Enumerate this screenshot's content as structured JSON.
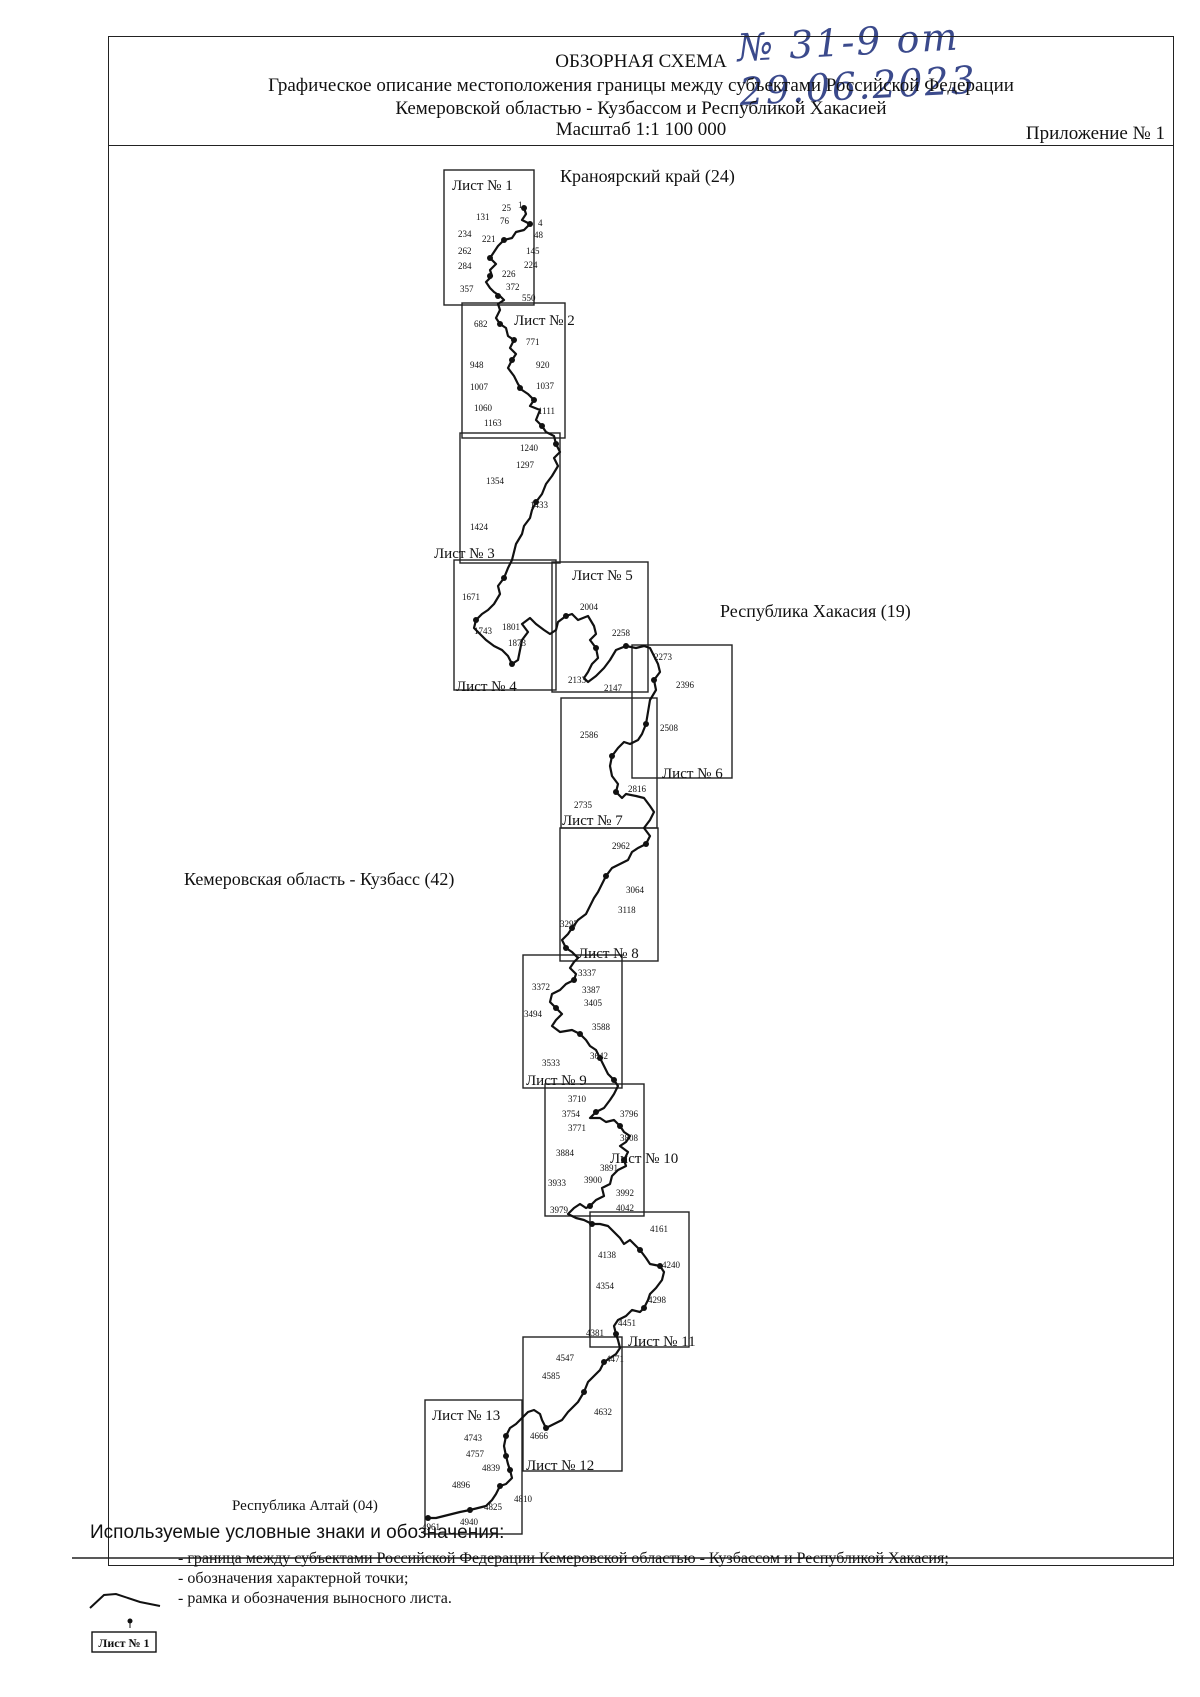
{
  "handwritten_note": "№ 31-9 от 29.06.2023",
  "header": {
    "title": "ОБЗОРНАЯ СХЕМА",
    "line2": "Графическое описание местоположения границы между субъектами Российской Федерации",
    "line3": "Кемеровской областью - Кузбассом и Республикой Хакасией",
    "scale": "Масштаб 1:1 100 000",
    "appendix": "Приложение № 1"
  },
  "regions": {
    "krasnoyarsk": "Краноярский край (24)",
    "khakassia": "Республика Хакасия (19)",
    "kemerovo": "Кемеровская область - Кузбасс (42)",
    "altai": "Республика Алтай (04)"
  },
  "sheets": [
    "Лист № 1",
    "Лист № 2",
    "Лист № 3",
    "Лист № 4",
    "Лист № 5",
    "Лист № 6",
    "Лист № 7",
    "Лист № 8",
    "Лист № 9",
    "Лист № 10",
    "Лист № 11",
    "Лист № 12",
    "Лист № 13"
  ],
  "points": [
    "25",
    "1",
    "131",
    "76",
    "4",
    "48",
    "234",
    "221",
    "145",
    "262",
    "224",
    "284",
    "226",
    "357",
    "372",
    "550",
    "682",
    "771",
    "948",
    "920",
    "1007",
    "1037",
    "1060",
    "1111",
    "1163",
    "1240",
    "1297",
    "1354",
    "1433",
    "1424",
    "1671",
    "1801",
    "1743",
    "1873",
    "2004",
    "2258",
    "2273",
    "2133",
    "2147",
    "2396",
    "2508",
    "2586",
    "2816",
    "2735",
    "2962",
    "3064",
    "3118",
    "3297",
    "3337",
    "3372",
    "3387",
    "3405",
    "3494",
    "3588",
    "3642",
    "3533",
    "3710",
    "3754",
    "3796",
    "3771",
    "3808",
    "3884",
    "3891",
    "3900",
    "3933",
    "3992",
    "3979",
    "4042",
    "4161",
    "4138",
    "4240",
    "4354",
    "4298",
    "4451",
    "4381",
    "4471",
    "4547",
    "4585",
    "4632",
    "4666",
    "4743",
    "4757",
    "4839",
    "4896",
    "4810",
    "4825",
    "4961",
    "4940"
  ],
  "legend": {
    "title": "Используемые условные знаки и обозначения:",
    "sample_sheet": "Лист № 1",
    "items": [
      "- граница между субъектами Российской Федерации Кемеровской областью - Кузбассом и Республикой Хакасия;",
      "- обозначения характерной точки;",
      "- рамка и обозначения выносного листа."
    ]
  }
}
